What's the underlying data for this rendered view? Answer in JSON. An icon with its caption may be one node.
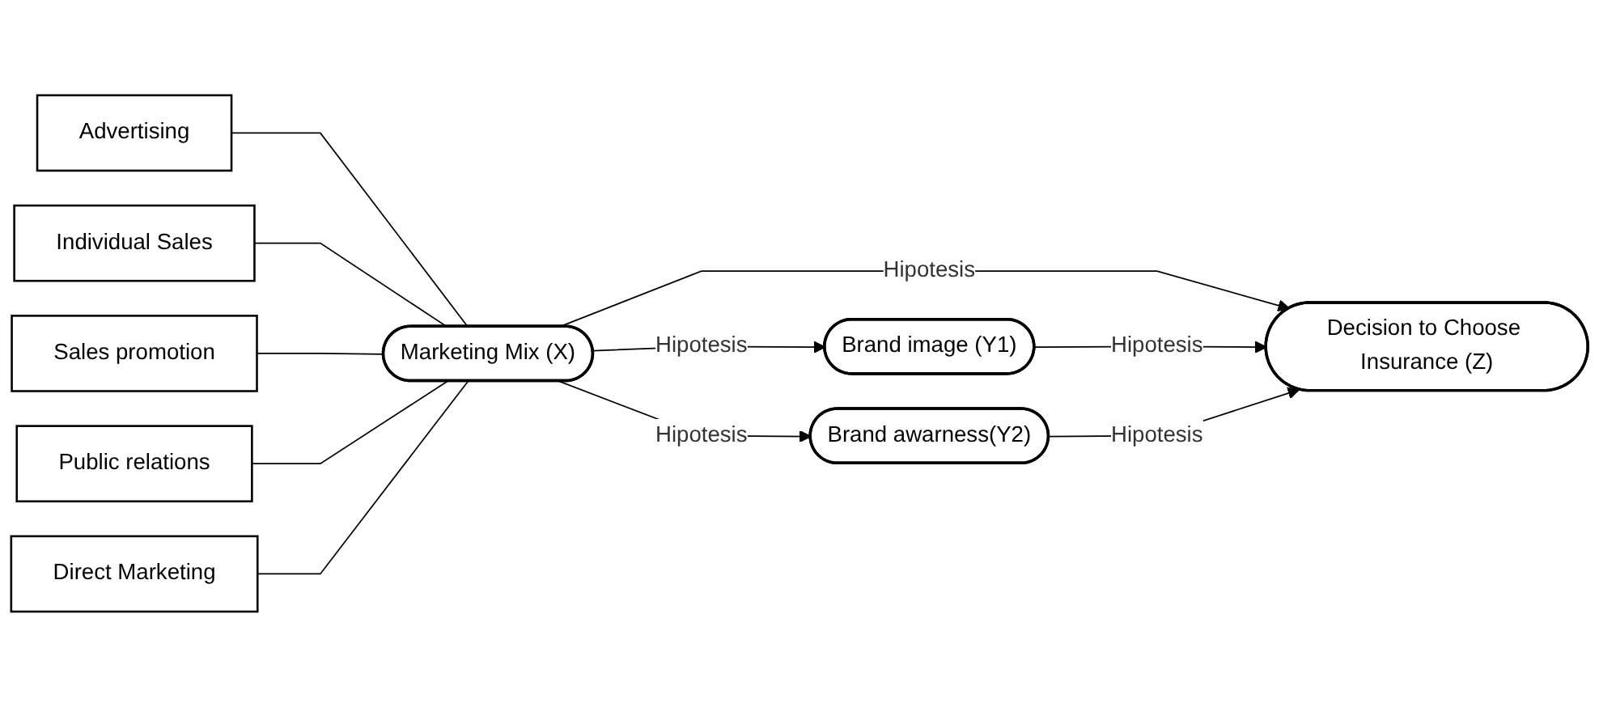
{
  "diagram": {
    "nodes": [
      {
        "text": [
          "Advertising"
        ]
      },
      {
        "text": [
          "Individual Sales"
        ]
      },
      {
        "text": [
          "Sales promotion"
        ]
      },
      {
        "text": [
          "Public relations"
        ]
      },
      {
        "text": [
          "Direct Marketing"
        ]
      },
      {
        "text": [
          "Marketing Mix (X)"
        ]
      },
      {
        "text": [
          "Brand image (Y1)"
        ]
      },
      {
        "text": [
          "Brand awarness(Y2)"
        ]
      },
      {
        "text": [
          "Decision to Choose Insurance (Z)"
        ]
      }
    ],
    "edges": [
      {
        "from": 0,
        "to": 5,
        "arrow": "none"
      },
      {
        "from": 1,
        "to": 5,
        "arrow": "none"
      },
      {
        "from": 2,
        "to": 5,
        "arrow": "none"
      },
      {
        "from": 3,
        "to": 5,
        "arrow": "none"
      },
      {
        "from": 4,
        "to": 5,
        "arrow": "none"
      },
      {
        "from": 5,
        "to": 6,
        "arrow": "to",
        "label": "Hipotesis"
      },
      {
        "from": 5,
        "to": 8,
        "arrow": "to",
        "label": "Hipotesis"
      },
      {
        "from": 5,
        "to": 7,
        "arrow": "to",
        "label": "Hipotesis"
      },
      {
        "from": 6,
        "to": 8,
        "arrow": "to",
        "label": "Hipotesis"
      },
      {
        "from": 7,
        "to": 8,
        "arrow": "to",
        "label": "Hipotesis"
      }
    ]
  }
}
